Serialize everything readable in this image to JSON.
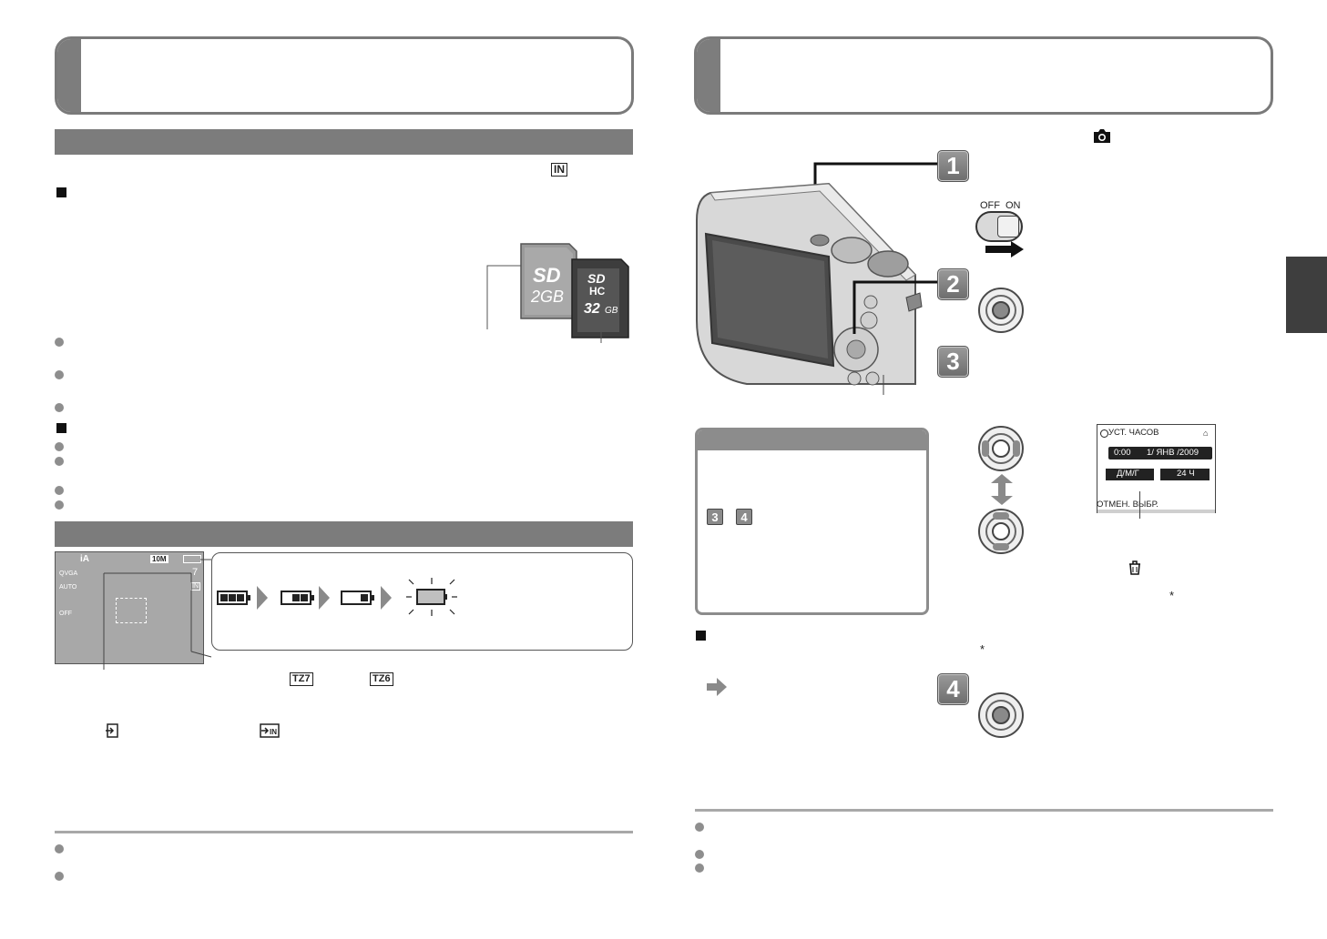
{
  "left_page": {
    "memory_badge": "IN",
    "sd_card": {
      "logo": "SD",
      "capacity": "2GB"
    },
    "sdhc_card": {
      "logo": "SD",
      "sub_logo": "HC",
      "capacity": "32",
      "capacity_unit": "GB"
    },
    "lcd_screen": {
      "icons": {
        "mode": "iA",
        "resolution": "10M",
        "quality_a": "QVGA",
        "quality_b": "AUTO",
        "zoom": "OFF",
        "shots_remaining": "7",
        "memory": "IN"
      }
    },
    "model_labels": [
      "TZ7",
      "TZ6"
    ]
  },
  "right_page": {
    "steps": [
      "1",
      "2",
      "3",
      "4"
    ],
    "power_switch": {
      "off_label": "OFF",
      "on_label": "ON"
    },
    "info_panel": {
      "chips": [
        "3",
        "4"
      ]
    },
    "clock_screen": {
      "title": "УСТ. ЧАСОВ",
      "time": "0:00",
      "date": "1/ ЯНВ /2009",
      "format_left": "Д/М/Г",
      "format_right": "24 Ч",
      "footer": "ОТМЕН. ВЫБР."
    },
    "asterisk": "*"
  }
}
